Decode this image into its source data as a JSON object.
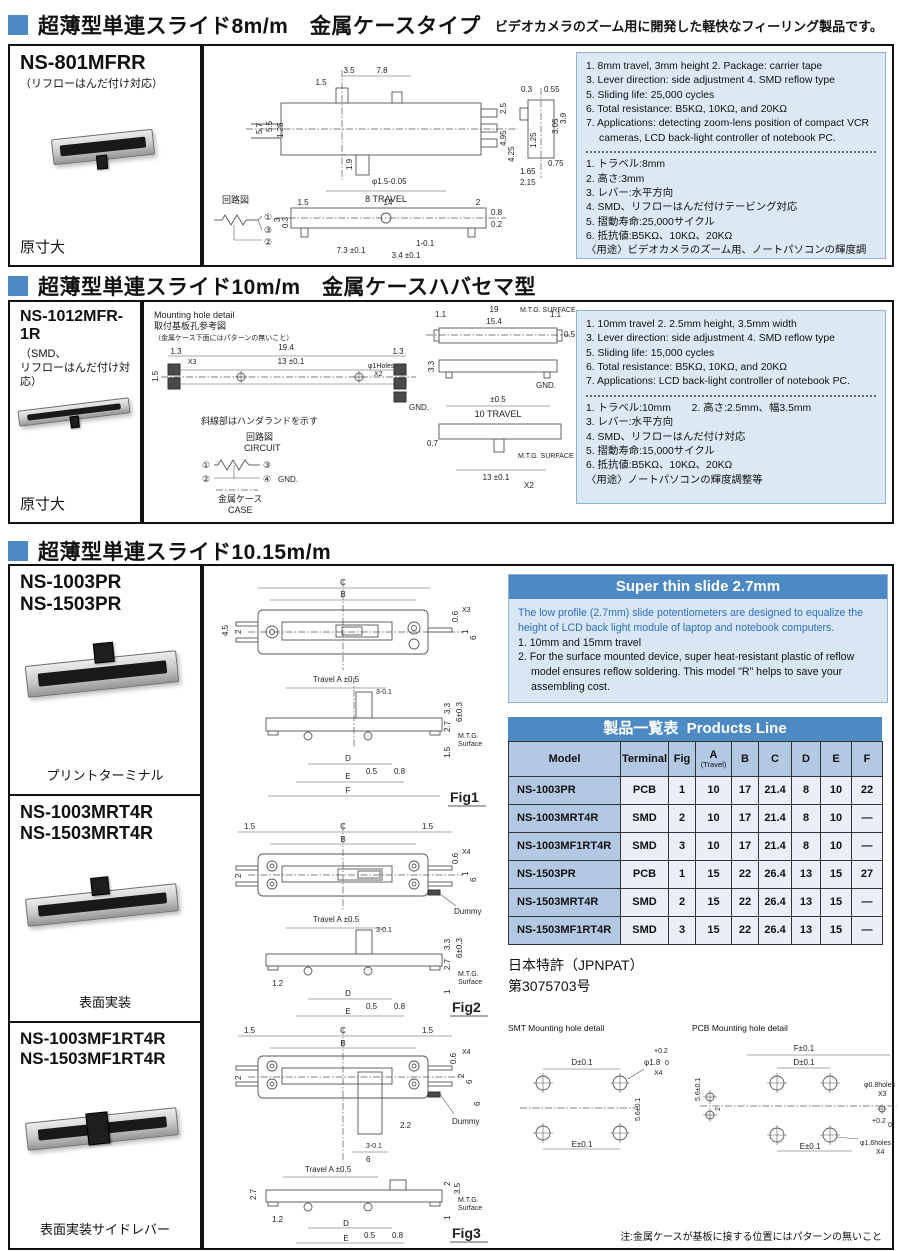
{
  "section1": {
    "title": "超薄型単連スライド8m/m　金属ケースタイプ",
    "subtitle": "ビデオカメラのズーム用に開発した軽快なフィーリング製品です。",
    "model": "NS-801MFRR",
    "model_note": "（リフローはんだ付け対応）",
    "scale_label": "原寸大",
    "specs_en": [
      "1. 8mm travel, 3mm height  2. Package: carrier tape",
      "3. Lever direction: side adjustment  4. SMD reflow type",
      "5. Sliding life: 25,000 cycles",
      "6. Total resistance: B5KΩ, 10KΩ, and 20KΩ",
      "7. Applications: detecting zoom-lens position of compact VCR cameras, LCD back-light controller of notebook PC."
    ],
    "specs_ja": [
      "1. トラベル:8mm",
      "2. 高さ:3mm",
      "3. レバー:水平方向",
      "4. SMD、リフローはんだ付けテービング対応",
      "5. 摺動寿命:25,000サイクル",
      "6. 抵抗値:B5KΩ、10KΩ、20KΩ",
      "〈用途〉ビデオカメラのズーム用、ノートパソコンの輝度調整用"
    ],
    "drawing_labels": [
      "3.5",
      "7.8",
      "1.5",
      "5.7",
      "5.5",
      "1.25",
      "1.9",
      "φ1.5-0.05",
      "8 TRAVEL",
      "1.5",
      "14",
      "2",
      "3",
      "0.3",
      "0.8",
      "0.2",
      "1-0.1",
      "7.3 ±0.1",
      "3.4 ±0.1",
      "0.3",
      "0.55",
      "3.9",
      "3.05",
      "2.5",
      "4.95",
      "4.25",
      "1.25",
      "0.75",
      "1.65",
      "2.15",
      "回路図",
      "①",
      "③",
      "②"
    ]
  },
  "section2": {
    "title": "超薄型単連スライド10m/m　金属ケースハバセマ型",
    "model": "NS-1012MFR-1R",
    "model_note_1": "（SMD、",
    "model_note_2": "リフローはんだ付け対応）",
    "scale_label": "原寸大",
    "specs_en": [
      "1. 10mm travel  2. 2.5mm height, 3.5mm width",
      "3. Lever direction: side adjustment  4. SMD reflow type",
      "5. Sliding life: 15,000 cycles",
      "6. Total resistance: B5KΩ, 10KΩ, and 20KΩ",
      "7. Applications: LCD back-light controller of notebook PC."
    ],
    "specs_ja": [
      "1. トラベル:10mm　　2. 高さ:2.5mm、幅3.5mm",
      "3. レバー:水平方向",
      "4. SMD、リフローはんだ付け対応",
      "5. 摺動寿命:15,000サイクル",
      "6. 抵抗値:B5KΩ、10KΩ、20KΩ",
      "〈用途〉ノートパソコンの輝度調整等"
    ],
    "drawing_labels": [
      "Mounting hole detail",
      "取付基板孔参考図",
      "（金属ケース下面にはパターンの無いこと）",
      "1.3",
      "19.4",
      "13 ±0.1",
      "1.3",
      "φ1Holes",
      "X2",
      "1.5",
      "X3",
      "GND.",
      "斜線部はハンダランドを示す",
      "回路図",
      "CIRCUIT",
      "①",
      "②",
      "③",
      "④",
      "GND.",
      "金属ケース",
      "CASE",
      "1.1",
      "19",
      "15.4",
      "1.1",
      "M.T.G. SURFACE",
      "0.5",
      "3.3",
      "GND.",
      "±0.5",
      "10 TRAVEL",
      "0.7",
      "M.T.G. SURFACE",
      "13 ±0.1",
      "X2"
    ]
  },
  "section3": {
    "title": "超薄型単連スライド10.15m/m",
    "cells": [
      {
        "model1": "NS-1003PR",
        "model2": "NS-1503PR",
        "label": "プリントターミナル"
      },
      {
        "model1": "NS-1003MRT4R",
        "model2": "NS-1503MRT4R",
        "label": "表面実装"
      },
      {
        "model1": "NS-1003MF1RT4R",
        "model2": "NS-1503MF1RT4R",
        "label": "表面実装サイドレバー"
      }
    ],
    "super_thin": {
      "title": "Super thin slide 2.7mm",
      "intro": "The low profile (2.7mm) slide potentiometers are designed to equalize the height of LCD back light module of laptop and notebook computers.",
      "items": [
        "1. 10mm and 15mm travel",
        "2. For the surface mounted device, super heat-resistant plastic of reflow model ensures reflow soldering. This model \"R\" helps to save your assembling cost."
      ]
    },
    "products_line": {
      "title_ja": "製品一覧表",
      "title_en": "Products Line",
      "headers": [
        "Model",
        "Terminal",
        "Fig",
        "A",
        "B",
        "C",
        "D",
        "E",
        "F"
      ],
      "a_sub": "(Travel)",
      "rows": [
        [
          "NS-1003PR",
          "PCB",
          "1",
          "10",
          "17",
          "21.4",
          "8",
          "10",
          "22"
        ],
        [
          "NS-1003MRT4R",
          "SMD",
          "2",
          "10",
          "17",
          "21.4",
          "8",
          "10",
          "—"
        ],
        [
          "NS-1003MF1RT4R",
          "SMD",
          "3",
          "10",
          "17",
          "21.4",
          "8",
          "10",
          "—"
        ],
        [
          "NS-1503PR",
          "PCB",
          "1",
          "15",
          "22",
          "26.4",
          "13",
          "15",
          "27"
        ],
        [
          "NS-1503MRT4R",
          "SMD",
          "2",
          "15",
          "22",
          "26.4",
          "13",
          "15",
          "—"
        ],
        [
          "NS-1503MF1RT4R",
          "SMD",
          "3",
          "15",
          "22",
          "26.4",
          "13",
          "15",
          "—"
        ]
      ]
    },
    "patent_line1": "日本特許（JPNPAT）",
    "patent_line2": "第3075703号",
    "smt_title": "SMT Mounting hole detail",
    "pcb_title": "PCB  Mounting hole detail",
    "note": "注:金属ケースが基板に接する位置にはパターンの無いこと",
    "fig1_labels": [
      "C",
      "B",
      "4.5",
      "2",
      "0.6",
      "X3",
      "1",
      "6",
      "Travel A ±0.5",
      "3-0.1",
      "3.3",
      "6±0.3",
      "2.7",
      "M.T.G.",
      "Surface",
      "1.5",
      "D",
      "0.5",
      "0.8",
      "E",
      "F",
      "Fig1"
    ],
    "fig2_labels": [
      "1.5",
      "C",
      "1.5",
      "B",
      "2",
      "0.6",
      "X4",
      "1",
      "6",
      "Dummy",
      "Travel A ±0.5",
      "3-0.1",
      "3.3",
      "6±0.3",
      "2.7",
      "M.T.G.",
      "Surface",
      "1",
      "1.2",
      "D",
      "0.5",
      "0.8",
      "E",
      "Fig2"
    ],
    "fig3_labels": [
      "1.5",
      "C",
      "1.5",
      "B",
      "2",
      "0.6",
      "X4",
      "2",
      "6",
      "6",
      "Dummy",
      "2.2",
      "3-0.1",
      "6",
      "Travel A ±0.5",
      "2.7",
      "1.2",
      "2",
      "3.5",
      "M.T.G.",
      "Surface",
      "1",
      "D",
      "0.5",
      "0.8",
      "E",
      "Fig3"
    ],
    "smt_labels": [
      "D±0.1",
      "+0.2",
      "φ1.8",
      "0",
      "X4",
      "5.6±0.1",
      "E±0.1"
    ],
    "pcb_labels": [
      "F±0.1",
      "D±0.1",
      "5.6±0.1",
      "2",
      "φ0.8holes",
      "X3",
      "+0.2",
      "0",
      "φ1.6holes",
      "X4",
      "E±0.1"
    ]
  }
}
